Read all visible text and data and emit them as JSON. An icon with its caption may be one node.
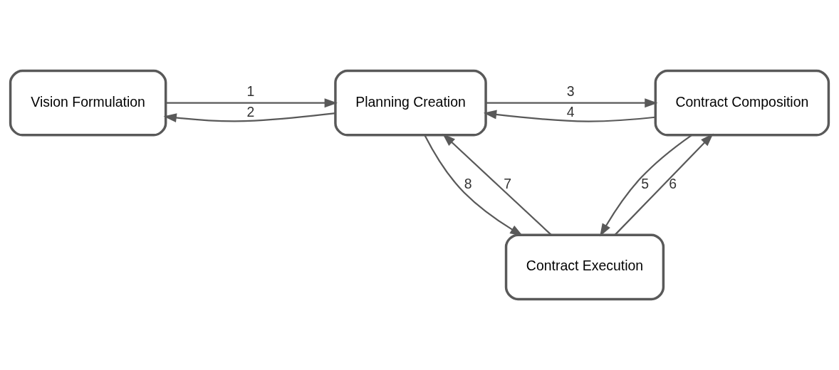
{
  "diagram": {
    "nodes": [
      {
        "text": [
          "Vision Formulation"
        ]
      },
      {
        "text": [
          "Planning Creation"
        ]
      },
      {
        "text": [
          "Contract Composition"
        ]
      },
      {
        "text": [
          "Contract Execution"
        ]
      }
    ],
    "edges": [
      {
        "from": 0,
        "to": 1,
        "arrow": "to",
        "label": "1"
      },
      {
        "from": 1,
        "to": 0,
        "arrow": "to",
        "label": "2"
      },
      {
        "from": 1,
        "to": 2,
        "arrow": "to",
        "label": "3"
      },
      {
        "from": 2,
        "to": 1,
        "arrow": "to",
        "label": "4"
      },
      {
        "from": 2,
        "to": 3,
        "arrow": "to",
        "label": "5"
      },
      {
        "from": 3,
        "to": 2,
        "arrow": "to",
        "label": "6"
      },
      {
        "from": 3,
        "to": 1,
        "arrow": "to",
        "label": "7"
      },
      {
        "from": 1,
        "to": 3,
        "arrow": "to",
        "label": "8"
      }
    ]
  }
}
